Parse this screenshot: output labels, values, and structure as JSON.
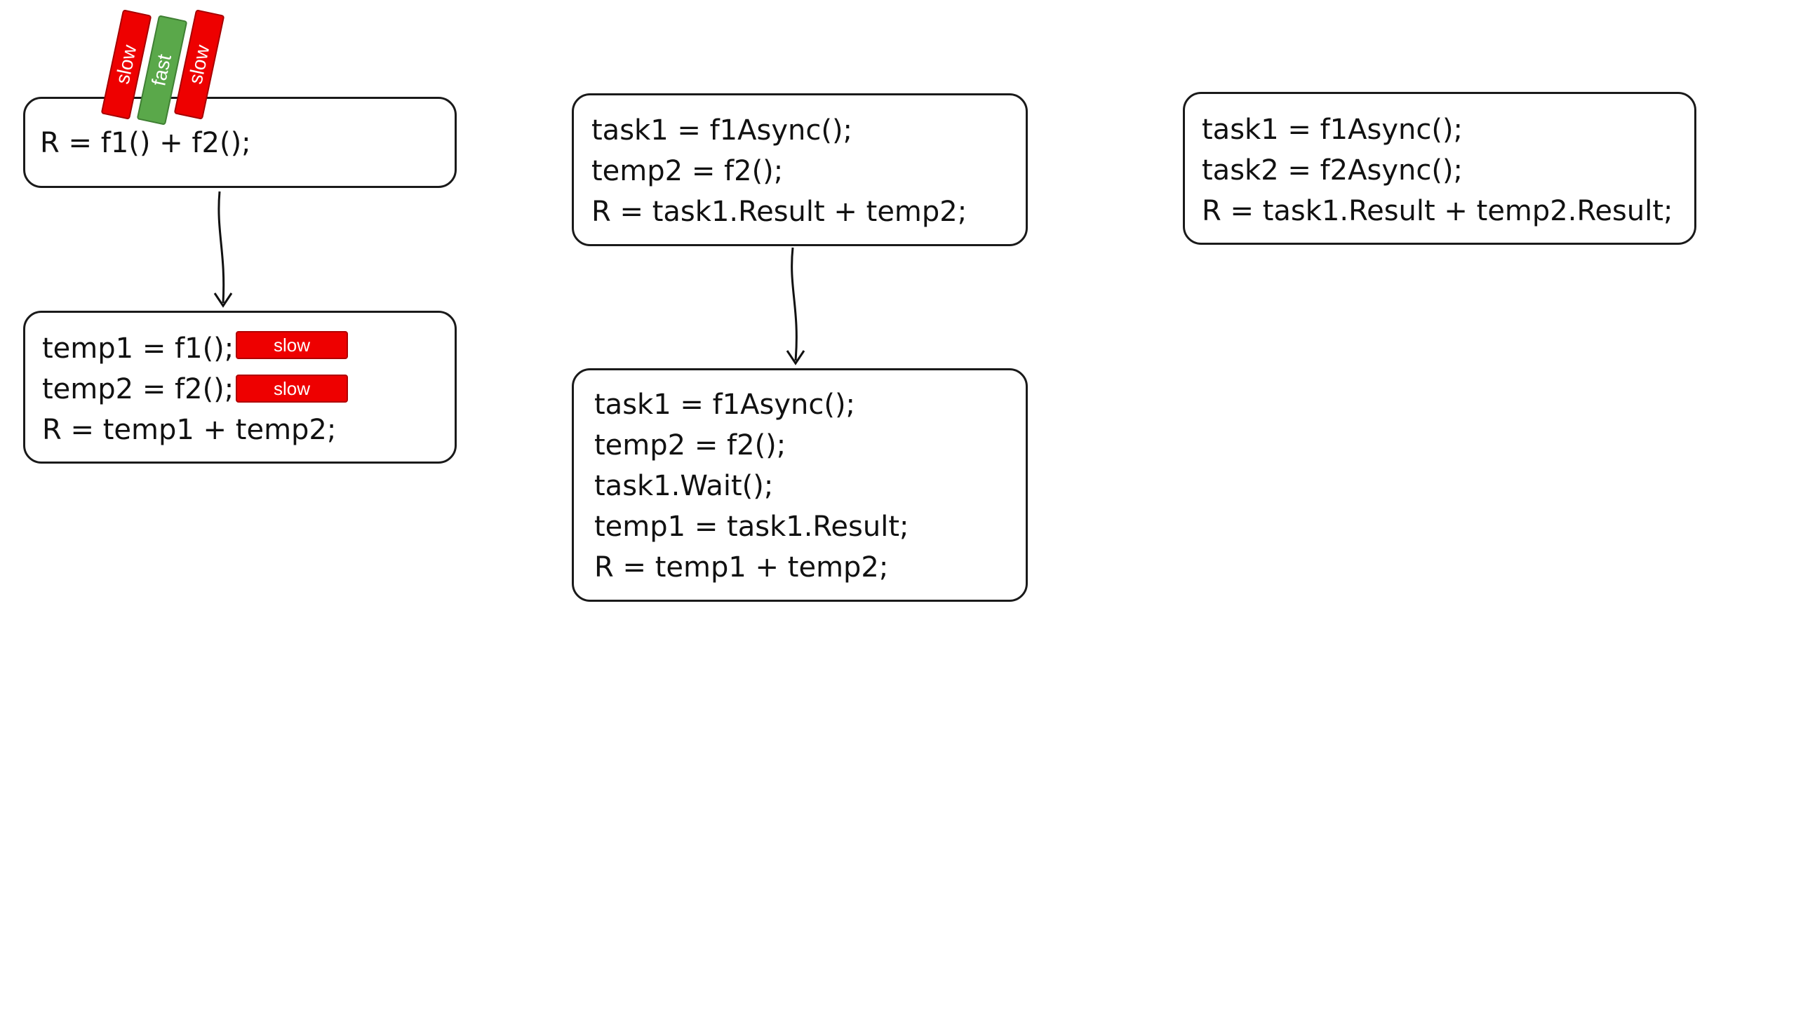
{
  "boxes": {
    "original": {
      "line1": "R = f1() + f2();"
    },
    "sequential": {
      "line1": "temp1 = f1();",
      "line2": "temp2 = f2();",
      "line3": "R = temp1 + temp2;"
    },
    "one_async": {
      "line1": "task1 = f1Async();",
      "line2": "temp2 = f2();",
      "line3": "R = task1.Result + temp2;"
    },
    "one_async_expanded": {
      "line1": "task1 = f1Async();",
      "line2": "temp2 = f2();",
      "line3": "task1.Wait();",
      "line4": "temp1 = task1.Result;",
      "line5": "R = temp1 + temp2;"
    },
    "two_async": {
      "line1": "task1 = f1Async();",
      "line2": "task2 = f2Async();",
      "line3": "R = task1.Result + temp2.Result;"
    }
  },
  "tags": {
    "slow": "slow",
    "fast": "fast"
  },
  "colors": {
    "slow_tag": "#ee0000",
    "fast_tag": "#5aa84a",
    "box_border": "#1a1a1a"
  }
}
